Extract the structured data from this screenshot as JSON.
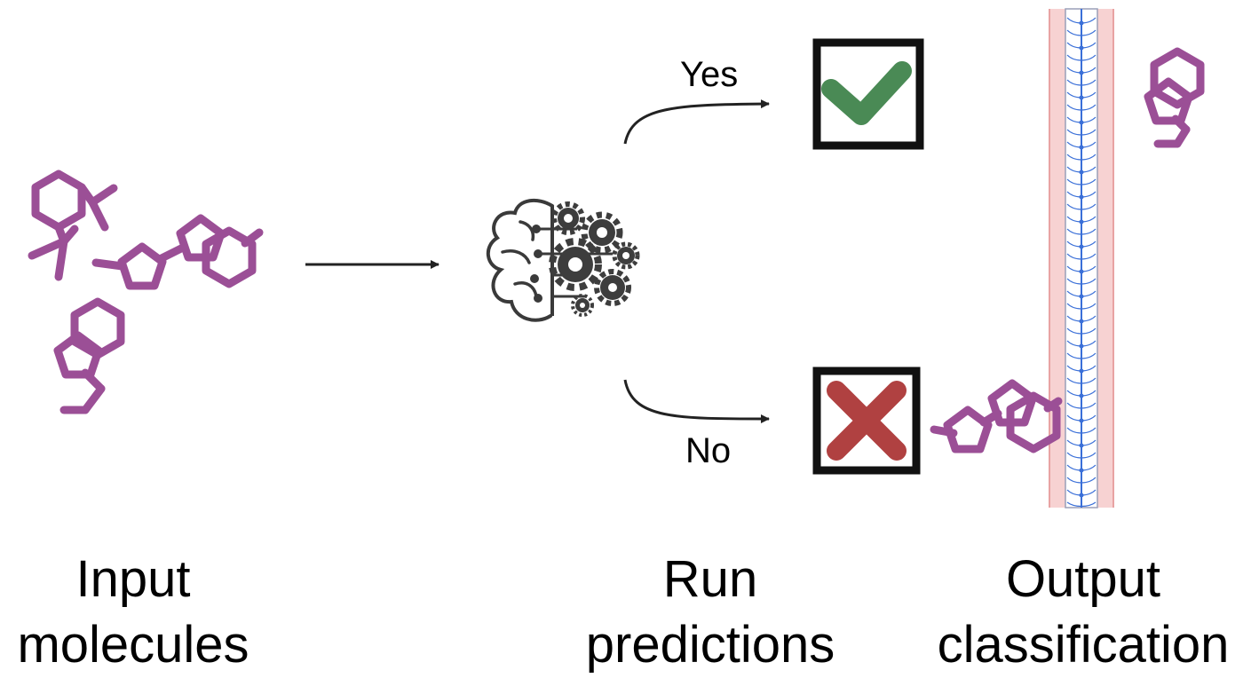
{
  "labels": {
    "input_line1": "Input",
    "input_line2": "molecules",
    "run_line1": "Run",
    "run_line2": "predictions",
    "output_line1": "Output",
    "output_line2": "classification"
  },
  "branches": {
    "yes": "Yes",
    "no": "No"
  },
  "colors": {
    "molecule": "#9b4f96",
    "arrow": "#222222",
    "box_border": "#111111",
    "check": "#4a8a55",
    "cross": "#b04141",
    "brain": "#3a3a3a",
    "gear": "#3d3d3d",
    "membrane_outer": "#f4c4c4",
    "membrane_inner": "#3a6fd8"
  },
  "icons": {
    "model": "brain-gears-icon",
    "yes_result": "checkmark-icon",
    "no_result": "cross-icon",
    "barrier": "cell-membrane-icon"
  }
}
